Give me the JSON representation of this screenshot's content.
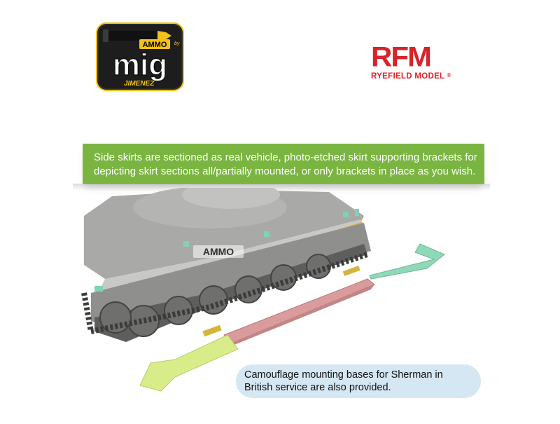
{
  "logos": {
    "mig": {
      "top": "AMMO",
      "by": "by",
      "main": "mig",
      "bottom": "JIMENEZ"
    },
    "rfm": {
      "letters": "RFM",
      "name": "RYEFIELD MODEL",
      "reg": "®"
    }
  },
  "banner": {
    "text": "Side skirts are sectioned as real vehicle, photo-etched skirt supporting brackets for depicting skirt sections all/partially mounted, or only brackets in place as you wish."
  },
  "render": {
    "watermark": "AMMO"
  },
  "callout": {
    "text": "Camouflage mounting bases for Sherman in British service are also provided."
  },
  "colors": {
    "banner": "#7ab541",
    "callout": "#d5e7f2",
    "rfm_red": "#d8232a",
    "skirt_pink": "#d99b9b",
    "base_green": "#d8ec8a",
    "base_teal": "#8fd8b8",
    "hull_grey": "#b8b8b6"
  }
}
